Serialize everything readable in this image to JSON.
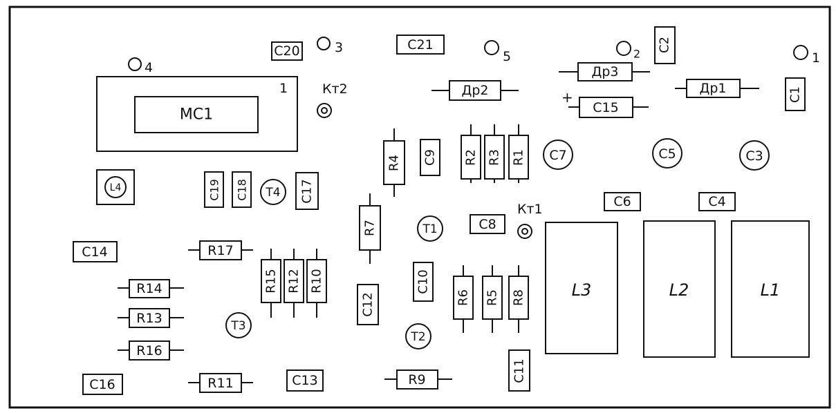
{
  "components": {
    "C20": "C20",
    "C21": "C21",
    "C2": "C2",
    "C1": "C1",
    "Dr3": "Др3",
    "Dr2": "Др2",
    "Dr1": "Др1",
    "C15": "C15",
    "plus": "+",
    "MC1": "MC1",
    "MC1_pin": "1",
    "Kt2": "Кт2",
    "Kt1": "Кт1",
    "L4": "L4",
    "C19": "C19",
    "C18": "C18",
    "T4": "T4",
    "C17": "C17",
    "R4": "R4",
    "C9": "C9",
    "R2": "R2",
    "R3": "R3",
    "R1": "R1",
    "C7": "C7",
    "C5": "C5",
    "C3": "C3",
    "C6": "C6",
    "C4": "C4",
    "R7": "R7",
    "T1": "T1",
    "C8": "C8",
    "C14": "C14",
    "R17": "R17",
    "R15": "R15",
    "R12": "R12",
    "R10": "R10",
    "R14": "R14",
    "R13": "R13",
    "R16": "R16",
    "T3": "T3",
    "C12": "C12",
    "C10": "C10",
    "R6": "R6",
    "R5": "R5",
    "R8": "R8",
    "T2": "T2",
    "L3": "L3",
    "L2": "L2",
    "L1": "L1",
    "C11": "C11",
    "C16": "C16",
    "R11": "R11",
    "C13": "C13",
    "R9": "R9"
  },
  "pads": {
    "p1": "1",
    "p2": "2",
    "p3": "3",
    "p4": "4",
    "p5": "5"
  }
}
